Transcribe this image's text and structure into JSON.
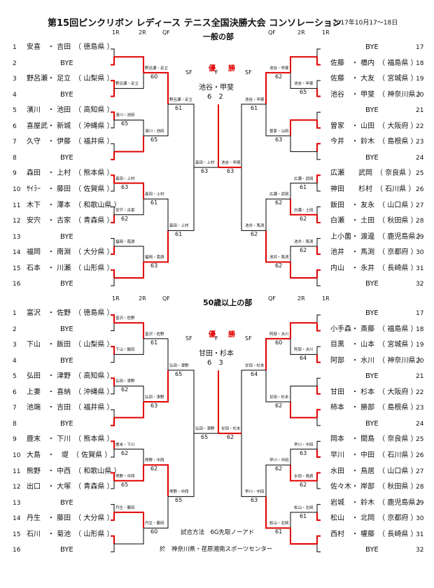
{
  "header": {
    "title": "第15回ピンクリボン レディース テニス全国決勝大会 コンソレーション",
    "dates": "2017年10月17〜18日"
  },
  "rounds": {
    "r1": "1R",
    "r2": "2R",
    "qf": "QF",
    "sf": "SF",
    "f": "F"
  },
  "colors": {
    "win": "#e00000",
    "line": "#000000"
  },
  "sections": [
    {
      "title": "一般の部",
      "champion_label": "優　勝",
      "champion_names": "池谷・甲斐",
      "final_score": "6　2",
      "left_players": [
        {
          "num": "1",
          "text": "安喜　・ 吉田　（ 徳島県 ）"
        },
        {
          "num": "2",
          "text": "BYE"
        },
        {
          "num": "3",
          "text": "野呂瀬・ 足立　（ 山梨県 ）"
        },
        {
          "num": "4",
          "text": "BYE"
        },
        {
          "num": "5",
          "text": "濱川　・ 池田　（ 高知県 ）"
        },
        {
          "num": "6",
          "text": "喜屋武・ 新城　（ 沖縄県 ）"
        },
        {
          "num": "7",
          "text": "久守　・ 伊藤　（ 福井県 ）"
        },
        {
          "num": "8",
          "text": "BYE"
        },
        {
          "num": "9",
          "text": "森田　・ 上村　（ 熊本県 ）"
        },
        {
          "num": "10",
          "text": "ｻｲﾗｰ　・ 藤田　（ 佐賀県 ）"
        },
        {
          "num": "11",
          "text": "木下　・ 澤本　（ 和歌山県 ）"
        },
        {
          "num": "12",
          "text": "安宍　・ 古家　（ 青森県 ）"
        },
        {
          "num": "13",
          "text": "BYE"
        },
        {
          "num": "14",
          "text": "福岡　・ 南淵　（ 大分県 ）"
        },
        {
          "num": "15",
          "text": "石本　・ 川瀬　（ 山形県 ）"
        },
        {
          "num": "16",
          "text": "BYE"
        }
      ],
      "right_players": [
        {
          "num": "17",
          "text": "BYE"
        },
        {
          "num": "18",
          "text": "佐藤　・ 橋内　（ 福島県 ）"
        },
        {
          "num": "19",
          "text": "佐藤　・ 大友　（ 宮城県 ）"
        },
        {
          "num": "20",
          "text": "池谷　・ 甲斐　（ 神奈川県 ）"
        },
        {
          "num": "21",
          "text": "BYE"
        },
        {
          "num": "22",
          "text": "曽家　・ 山田　（ 大阪府 ）"
        },
        {
          "num": "23",
          "text": "今井　・ 鈴木　（ 島根県 ）"
        },
        {
          "num": "24",
          "text": "BYE"
        },
        {
          "num": "25",
          "text": "広瀬　　武岡　（ 奈良県 ）"
        },
        {
          "num": "26",
          "text": "神田　　杉村　（ 石川県 ）"
        },
        {
          "num": "27",
          "text": "飯田　・ 友永　（ 山口県 ）"
        },
        {
          "num": "28",
          "text": "白瀬　・ 土田　（ 秋田県 ）"
        },
        {
          "num": "29",
          "text": "上小薗・ 渡邊　（ 鹿児島県 ）"
        },
        {
          "num": "30",
          "text": "池井　・ 馬渕　（ 京都府 ）"
        },
        {
          "num": "31",
          "text": "内山　・ 永井　（ 長崎県 ）"
        },
        {
          "num": "32",
          "text": "BYE"
        }
      ],
      "left_r1": [
        {
          "name": "",
          "score": ""
        },
        {
          "name": "野呂瀬・足立",
          "score": ""
        },
        {
          "name": "濱川・池田",
          "score": "65"
        },
        {
          "name": "",
          "score": ""
        },
        {
          "name": "森田・上村",
          "score": "63"
        },
        {
          "name": "安宍・古家",
          "score": "62"
        },
        {
          "name": "福岡・南淵",
          "score": ""
        },
        {
          "name": "",
          "score": ""
        }
      ],
      "left_r2": [
        {
          "name": "野呂瀬・足立",
          "score": "60"
        },
        {
          "name": "濱川・池田",
          "score": "65"
        },
        {
          "name": "森田・上村",
          "score": "61"
        },
        {
          "name": "福岡・南淵",
          "score": "63"
        }
      ],
      "left_qf": [
        {
          "name": "野呂瀬・足立",
          "score": "61"
        },
        {
          "name": "森田・上村",
          "score": "61"
        }
      ],
      "left_sf": {
        "name": "森田・上村",
        "score": "63"
      },
      "right_r1": [
        {
          "name": "",
          "score": ""
        },
        {
          "name": "池谷・甲斐",
          "score": "65"
        },
        {
          "name": "",
          "score": ""
        },
        {
          "name": "",
          "score": ""
        },
        {
          "name": "広瀬・武岡",
          "score": "61"
        },
        {
          "name": "白瀬・土田",
          "score": "62"
        },
        {
          "name": "池井・馬渕",
          "score": "62"
        },
        {
          "name": "",
          "score": ""
        }
      ],
      "right_r2": [
        {
          "name": "池谷・甲斐",
          "score": "62"
        },
        {
          "name": "曽家・山田",
          "score": "63"
        },
        {
          "name": "広瀬・武岡",
          "score": "62"
        },
        {
          "name": "池井・馬渕",
          "score": "62"
        }
      ],
      "right_qf": [
        {
          "name": "池谷・甲斐",
          "score": "61"
        },
        {
          "name": "池井・馬渕",
          "score": "62"
        }
      ],
      "right_sf": {
        "name": "池谷・甲斐",
        "score": "63"
      },
      "paths": {
        "l_r1": [
          1,
          2,
          0,
          1,
          0,
          1,
          1,
          0
        ],
        "l_r2": [
          0,
          1,
          0,
          1
        ],
        "l_qf": [
          0,
          1
        ],
        "r_r1": [
          1,
          1,
          1,
          0,
          0,
          1,
          1,
          0
        ],
        "r_r2": [
          0,
          0,
          1,
          1
        ],
        "r_qf": [
          0,
          1
        ],
        "sf": "right"
      }
    },
    {
      "title": "50歳以上の部",
      "champion_label": "優　勝",
      "champion_names": "甘田・杉本",
      "final_score": "6　3",
      "left_players": [
        {
          "num": "1",
          "text": "富沢　・ 佐野　（ 徳島県 ）"
        },
        {
          "num": "2",
          "text": "BYE"
        },
        {
          "num": "3",
          "text": "下山　・ 飯田　（ 山梨県 ）"
        },
        {
          "num": "4",
          "text": "BYE"
        },
        {
          "num": "5",
          "text": "弘田　・ 津野　（ 高知県 ）"
        },
        {
          "num": "6",
          "text": "上妻　・ 喜納　（ 沖縄県 ）"
        },
        {
          "num": "7",
          "text": "池端　・ 吉田　（ 福井県 ）"
        },
        {
          "num": "8",
          "text": "BYE"
        },
        {
          "num": "9",
          "text": "鹿末　・ 下川　（ 熊本県 ）"
        },
        {
          "num": "10",
          "text": "大島　・　堤　（ 佐賀県 ）"
        },
        {
          "num": "11",
          "text": "熊野　・ 中西　（ 和歌山県 ）"
        },
        {
          "num": "12",
          "text": "出口　・ 大塚　（ 青森県 ）"
        },
        {
          "num": "13",
          "text": "BYE"
        },
        {
          "num": "14",
          "text": "丹生　・ 藤田　（ 大分県 ）"
        },
        {
          "num": "15",
          "text": "石川　・ 菊池　（ 山形県 ）"
        },
        {
          "num": "16",
          "text": "BYE"
        }
      ],
      "right_players": [
        {
          "num": "17",
          "text": "BYE"
        },
        {
          "num": "18",
          "text": "小手森・ 斎藤　（ 福島県 ）"
        },
        {
          "num": "19",
          "text": "目黒　・ 山本　（ 宮城県 ）"
        },
        {
          "num": "20",
          "text": "阿部　・ 水川　（ 神奈川県 ）"
        },
        {
          "num": "21",
          "text": "BYE"
        },
        {
          "num": "22",
          "text": "甘田　・ 杉本　（ 大阪府 ）"
        },
        {
          "num": "23",
          "text": "柿本　・ 勝部　（ 島根県 ）"
        },
        {
          "num": "24",
          "text": "BYE"
        },
        {
          "num": "25",
          "text": "岡本　・ 間島　（ 奈良県 ）"
        },
        {
          "num": "26",
          "text": "早川　・ 中田　（ 石川県 ）"
        },
        {
          "num": "27",
          "text": "水田　・ 鳥居　（ 山口県 ）"
        },
        {
          "num": "28",
          "text": "佐々木・ 岸部　（ 秋田県 ）"
        },
        {
          "num": "29",
          "text": "岩城　・ 鈴木　（ 鹿児島県 ）"
        },
        {
          "num": "30",
          "text": "松山　・ 北岡　（ 京都府 ）"
        },
        {
          "num": "31",
          "text": "西村　・ 權藤　（ 長崎県 ）"
        },
        {
          "num": "32",
          "text": "BYE"
        }
      ],
      "left_r1": [
        {
          "name": "富沢・佐野",
          "score": ""
        },
        {
          "name": "下山・飯田",
          "score": ""
        },
        {
          "name": "弘田・津野",
          "score": "62"
        },
        {
          "name": "",
          "score": ""
        },
        {
          "name": "鹿末・下川",
          "score": "62"
        },
        {
          "name": "熊野・中西",
          "score": "65"
        },
        {
          "name": "丹生・藤田",
          "score": ""
        },
        {
          "name": "",
          "score": ""
        }
      ],
      "left_r2": [
        {
          "name": "富沢・佐野",
          "score": "61"
        },
        {
          "name": "弘田・津野",
          "score": "63"
        },
        {
          "name": "熊野・中西",
          "score": "62"
        },
        {
          "name": "丹生・藤田",
          "score": "60"
        }
      ],
      "left_qf": [
        {
          "name": "弘田・津野",
          "score": "65"
        },
        {
          "name": "熊野・中西",
          "score": "65"
        }
      ],
      "left_sf": {
        "name": "弘田・津野",
        "score": "65"
      },
      "right_r1": [
        {
          "name": "",
          "score": ""
        },
        {
          "name": "阿部・水川",
          "score": "64"
        },
        {
          "name": "",
          "score": ""
        },
        {
          "name": "",
          "score": ""
        },
        {
          "name": "早川・中田",
          "score": "63"
        },
        {
          "name": "水田・鳥居",
          "score": "62"
        },
        {
          "name": "松山・北岡",
          "score": "61"
        },
        {
          "name": "",
          "score": ""
        }
      ],
      "right_r2": [
        {
          "name": "阿部・水川",
          "score": "60"
        },
        {
          "name": "甘田・杉本",
          "score": "62"
        },
        {
          "name": "早川・中田",
          "score": "62"
        },
        {
          "name": "松山・北岡",
          "score": "61"
        }
      ],
      "right_qf": [
        {
          "name": "甘田・杉本",
          "score": "64"
        },
        {
          "name": "早川・中田",
          "score": "63"
        }
      ],
      "right_sf": {
        "name": "甘田・杉本",
        "score": "62"
      },
      "paths": {
        "l_r1": [
          0,
          0,
          0,
          1,
          0,
          0,
          1,
          0
        ],
        "l_r2": [
          0,
          1,
          1,
          0
        ],
        "l_qf": [
          1,
          0
        ],
        "r_r1": [
          1,
          1,
          1,
          0,
          1,
          0,
          1,
          0
        ],
        "r_r2": [
          0,
          1,
          1,
          1
        ],
        "r_qf": [
          0,
          1
        ],
        "sf": "right"
      }
    }
  ],
  "footer": {
    "method": "試合方法　6G先取ノーアド",
    "venue": "於　神奈川県・荏原湘南スポーツセンター"
  }
}
